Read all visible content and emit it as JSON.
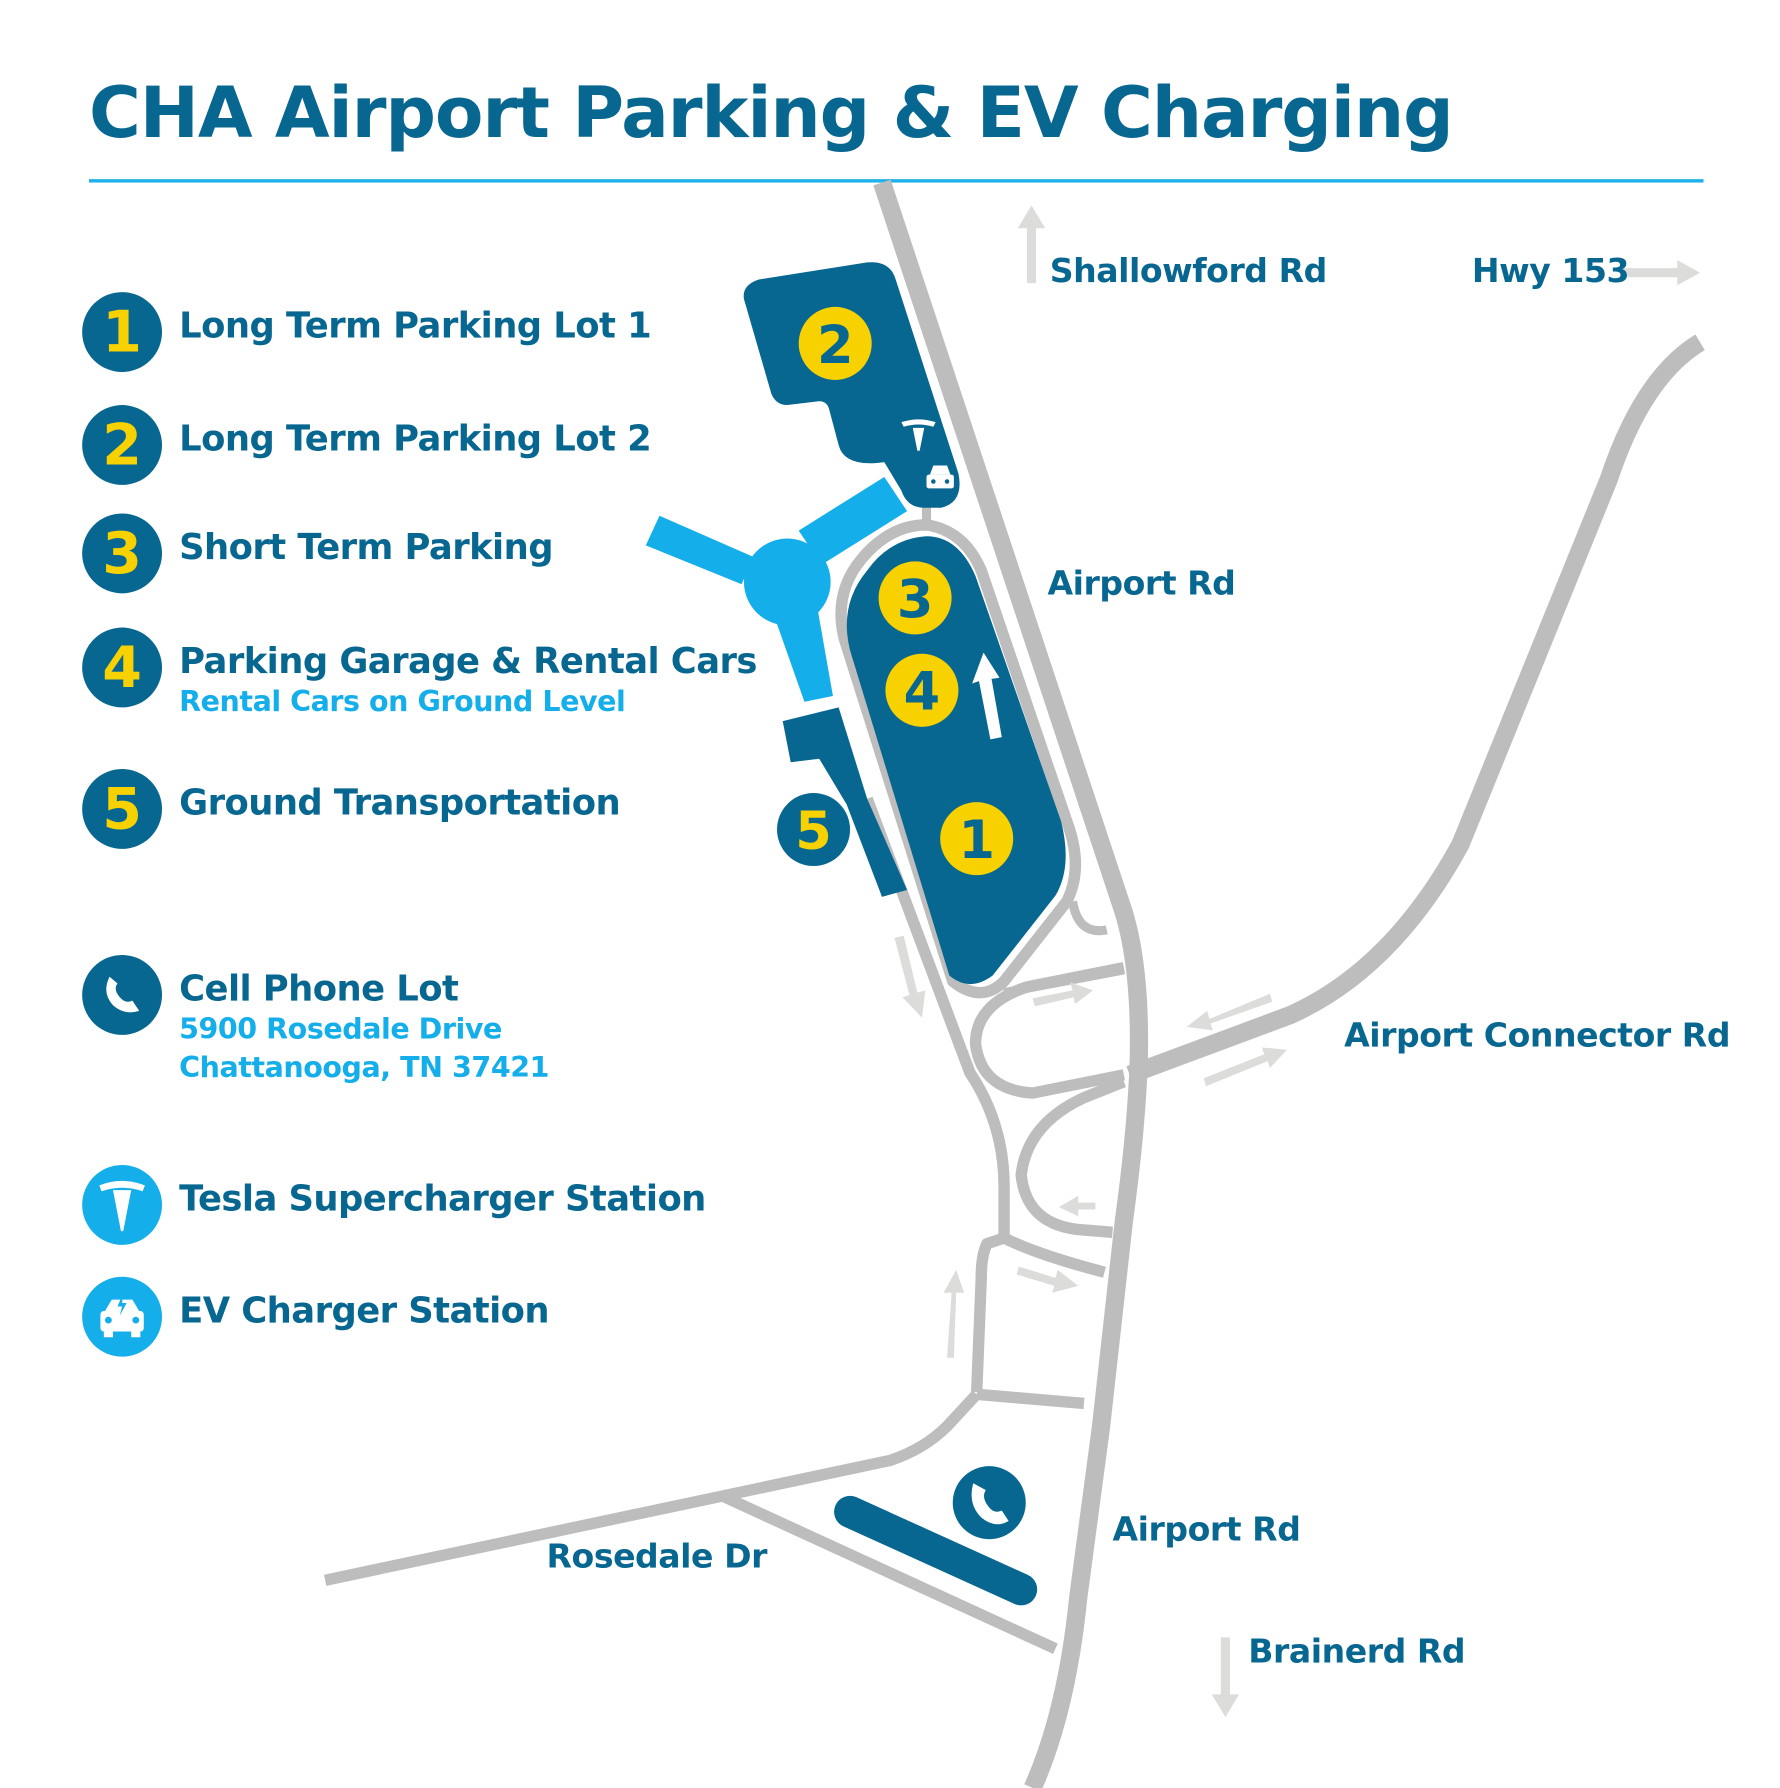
{
  "header": {
    "title": "CHA Airport Parking & EV Charging"
  },
  "colors": {
    "primary_blue": "#086790",
    "accent_cyan": "#14AEEA",
    "badge_yellow": "#F7D100",
    "road_gray": "#BDBDBD",
    "arrow_gray": "#DCDCDA"
  },
  "legend": {
    "items": [
      {
        "badge": "1",
        "label": "Long Term Parking Lot 1"
      },
      {
        "badge": "2",
        "label": "Long Term Parking Lot 2"
      },
      {
        "badge": "3",
        "label": "Short Term Parking"
      },
      {
        "badge": "4",
        "label": "Parking Garage & Rental Cars",
        "sub": "Rental Cars on Ground Level"
      },
      {
        "badge": "5",
        "label": "Ground Transportation"
      }
    ],
    "cell_phone_lot": {
      "icon": "phone-icon",
      "label": "Cell Phone Lot",
      "address_line1": "5900 Rosedale Drive",
      "address_line2": "Chattanooga, TN 37421"
    },
    "tesla": {
      "icon": "tesla-icon",
      "label": "Tesla Supercharger Station"
    },
    "ev": {
      "icon": "ev-charger-icon",
      "label": "EV Charger Station"
    }
  },
  "map": {
    "road_labels": {
      "shallowford": "Shallowford Rd",
      "hwy153": "Hwy 153",
      "airport_rd_north": "Airport Rd",
      "airport_connector": "Airport Connector Rd",
      "airport_rd_south": "Airport Rd",
      "rosedale": "Rosedale Dr",
      "brainerd": "Brainerd Rd"
    },
    "markers": {
      "lot1": "1",
      "lot2": "2",
      "lot3": "3",
      "lot4": "4",
      "lot5": "5"
    }
  }
}
